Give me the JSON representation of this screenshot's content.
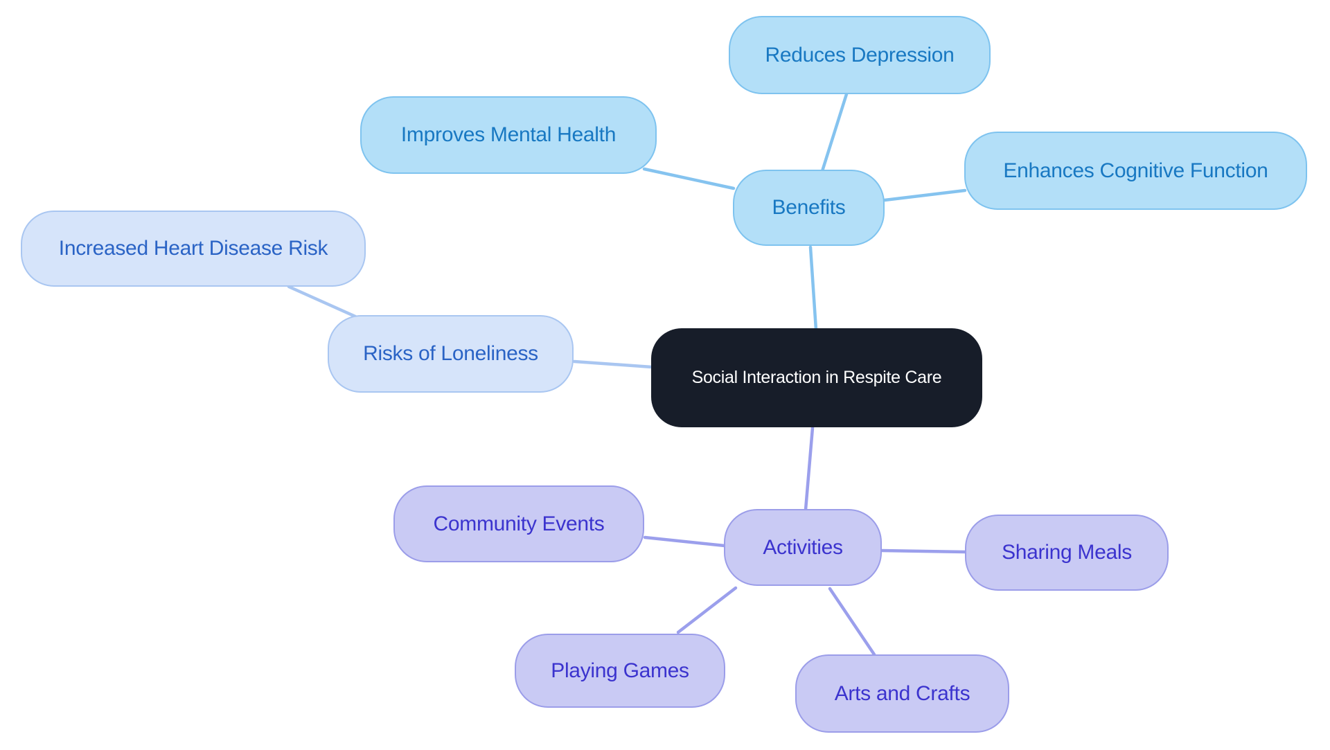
{
  "colors": {
    "background": "#FFFFFF",
    "root_fill": "#171D29",
    "root_text": "#FFFFFF",
    "benefits_fill": "#B3DFF8",
    "benefits_border": "#7EC3EF",
    "benefits_text": "#1878C2",
    "benefits_line": "#85C3EF",
    "risks_fill": "#D6E4FA",
    "risks_border": "#A9C6F1",
    "risks_text": "#2A63C5",
    "risks_line": "#A9C6F1",
    "activities_fill": "#C9CAF4",
    "activities_border": "#9B9DE9",
    "activities_text": "#3B33CE",
    "activities_line": "#9B9FEC"
  },
  "mindmap": {
    "root": {
      "label": "Social Interaction in Respite Care"
    },
    "branches": [
      {
        "label": "Benefits",
        "children": [
          {
            "label": "Reduces Depression"
          },
          {
            "label": "Improves Mental Health"
          },
          {
            "label": "Enhances Cognitive Function"
          }
        ]
      },
      {
        "label": "Risks of Loneliness",
        "children": [
          {
            "label": "Increased Heart Disease Risk"
          }
        ]
      },
      {
        "label": "Activities",
        "children": [
          {
            "label": "Community Events"
          },
          {
            "label": "Sharing Meals"
          },
          {
            "label": "Playing Games"
          },
          {
            "label": "Arts and Crafts"
          }
        ]
      }
    ]
  }
}
